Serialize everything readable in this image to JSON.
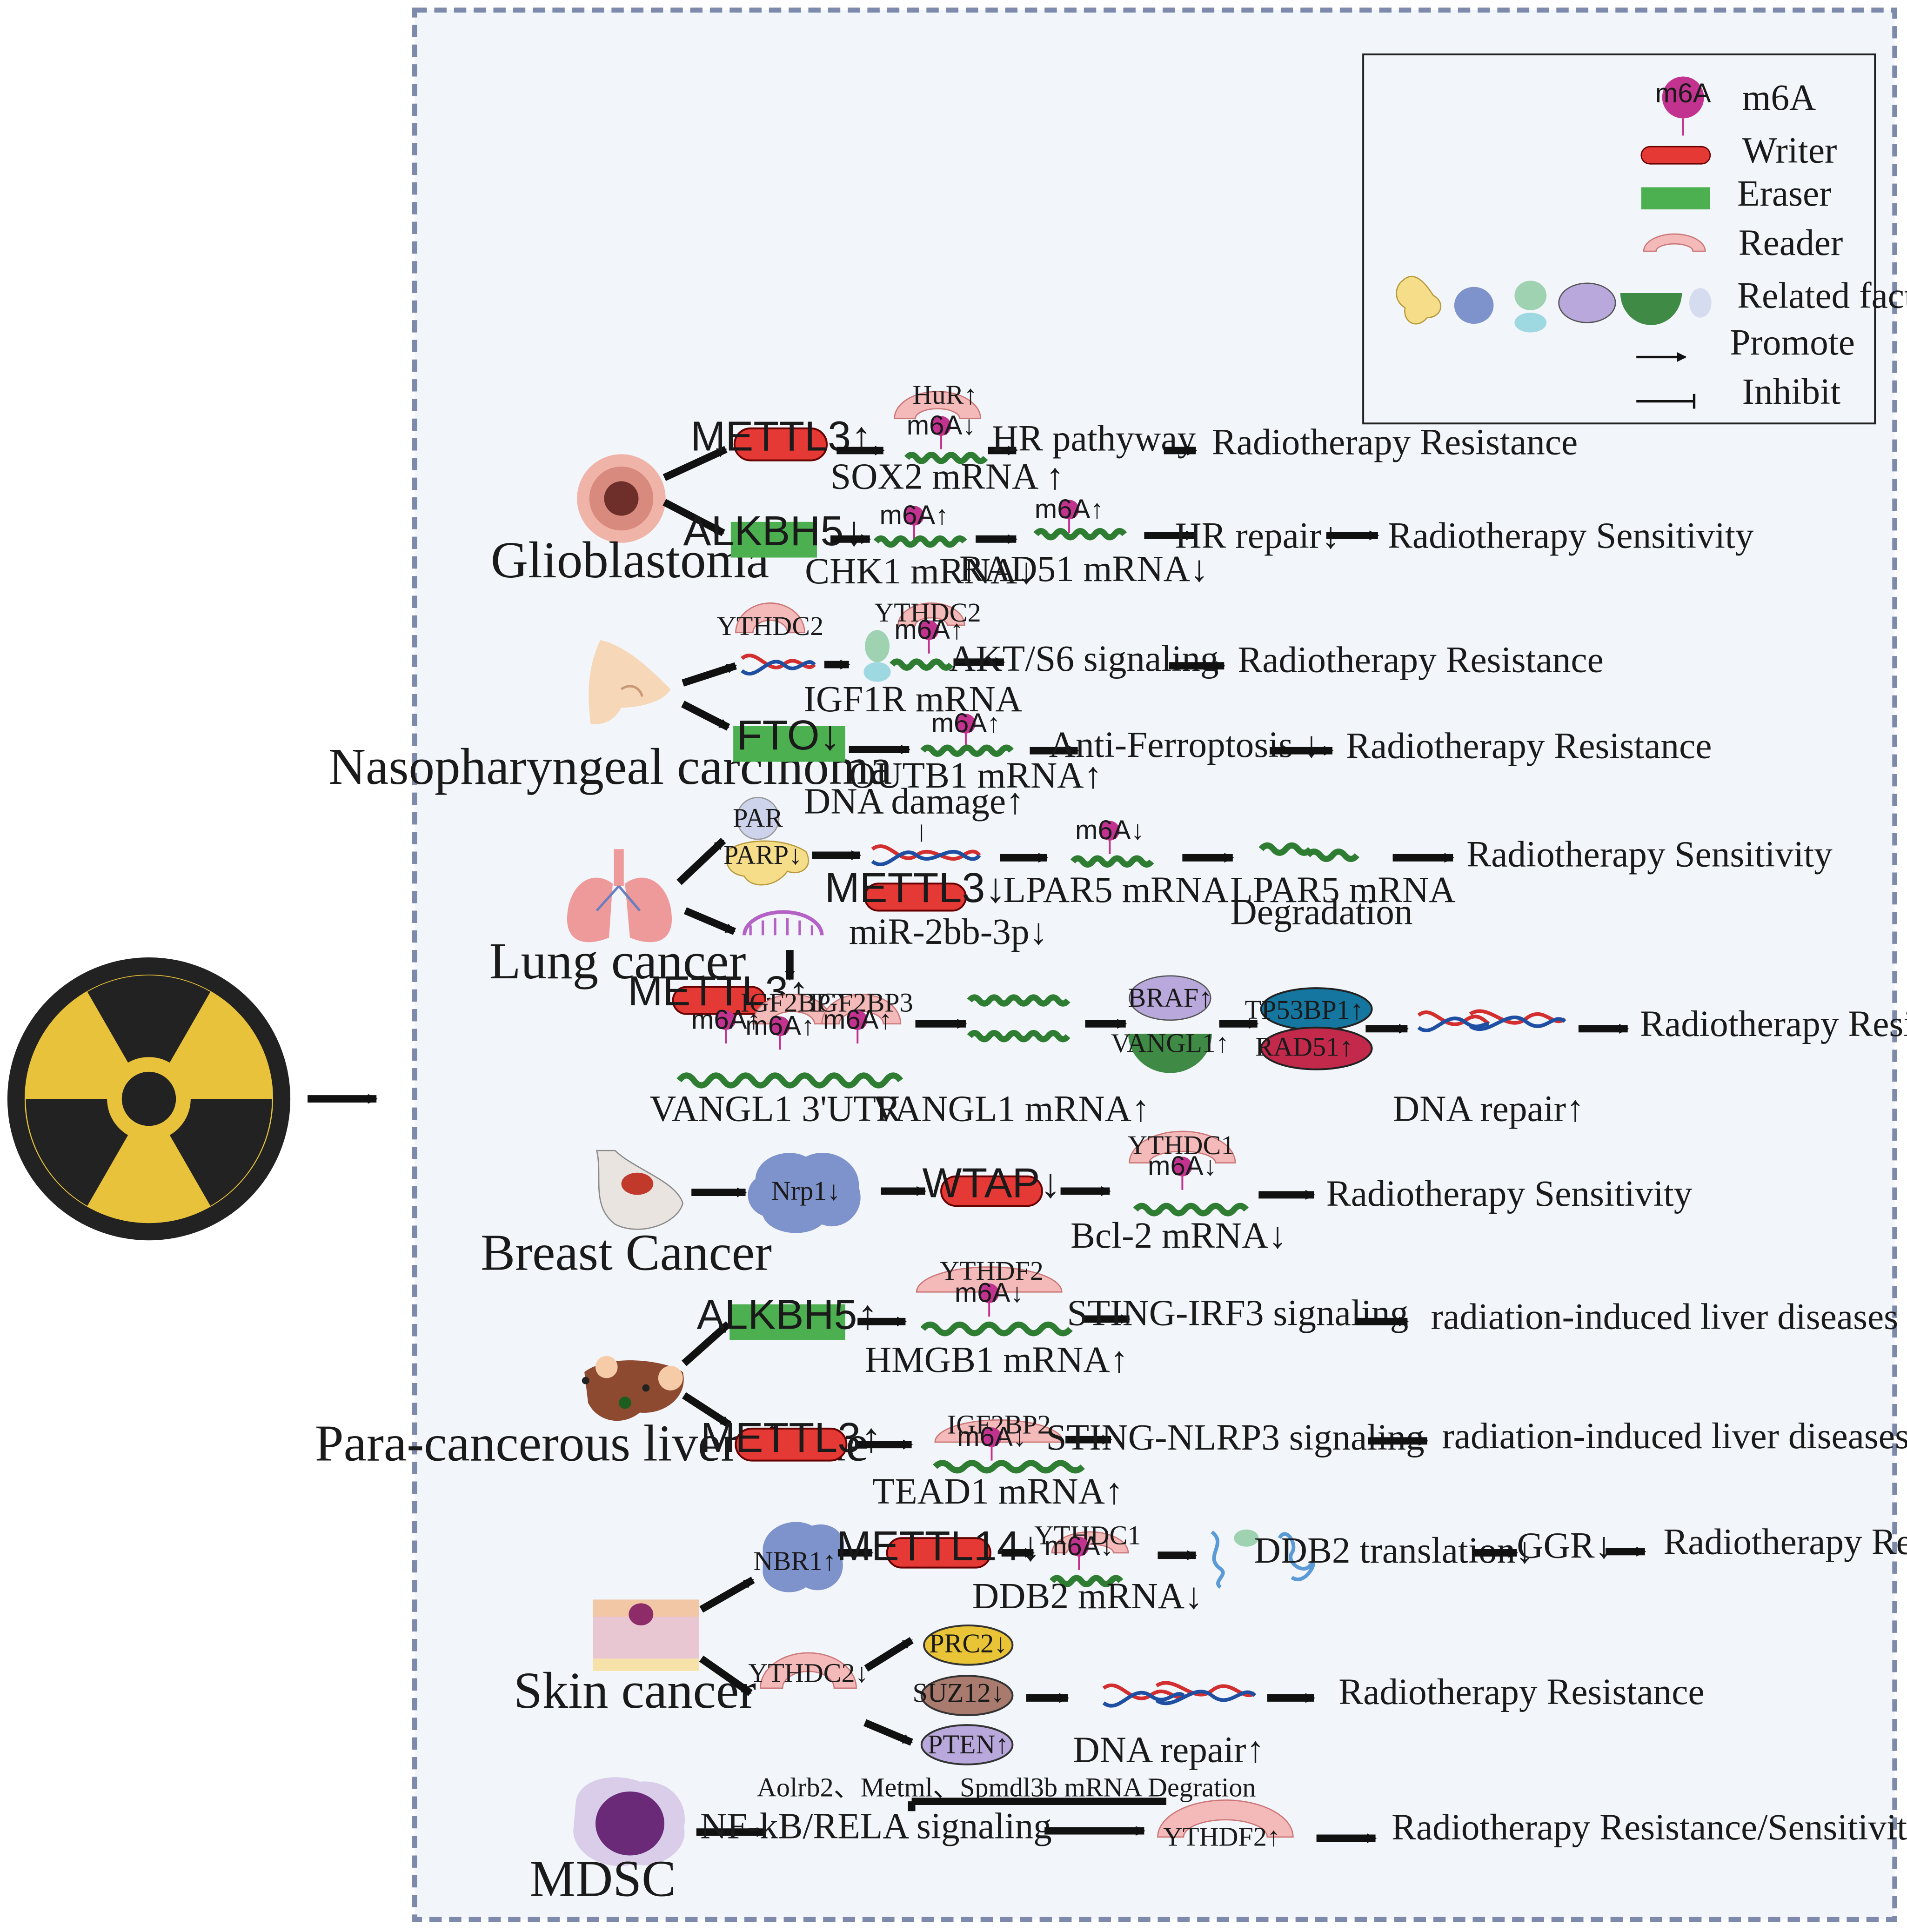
{
  "colors": {
    "writer": "#e53935",
    "eraser": "#4caf50",
    "reader": "#f4b9b9",
    "m6a": "#c2338f",
    "background": "#f2f5fa",
    "border": "#7d8aab"
  },
  "icons": [
    "radiation-hazard-icon",
    "brain-tumor-icon",
    "nose-icon",
    "lungs-icon",
    "breast-icon",
    "liver-icon",
    "skin-icon",
    "mdsc-cell-icon"
  ],
  "legend": {
    "m6a": "m6A",
    "m6a_badge": "m6A",
    "writer": "Writer",
    "eraser": "Eraser",
    "reader": "Reader",
    "related": "Related factor",
    "promote": "Promote",
    "inhibit": "Inhibit"
  },
  "mark": {
    "up": "m6A↑",
    "down": "m6A↓"
  },
  "glio": {
    "organ": "Glioblastoma",
    "mettl3": "METTL3↑",
    "hur": "HuR↑",
    "sox2": "SOX2 mRNA ↑",
    "hr_pathway": "HR pathyway",
    "resistance": "Radiotherapy Resistance",
    "alkbh5": "ALKBH5↓",
    "chk1": "CHK1 mRNA↓",
    "rad51": "RAD51 mRNA↓",
    "hr_repair": "HR repair↓",
    "sensitivity": "Radiotherapy Sensitivity"
  },
  "npc": {
    "organ": "Nasopharyngeal carcinoma",
    "ythdc2": "YTHDC2",
    "ythdc2_b": "YTHDC2",
    "igf1r": "IGF1R mRNA",
    "akt": "AKT/S6 signaling",
    "resistance": "Radiotherapy Resistance",
    "fto": "FTO↓",
    "outb1": "OUTB1 mRNA↑",
    "antiferro": "Anti-Ferroptosis ↓",
    "resistance2": "Radiotherapy Resistance"
  },
  "lung": {
    "organ": "Lung cancer",
    "par": "PAR",
    "parp": "PARP↓",
    "dna_damage": "DNA damage↑",
    "mettl3": "METTL3↓",
    "lpar5": "LPAR5 mRNA",
    "lpar5_deg": "LPAR5 mRNA",
    "degradation": "Degradation",
    "sensitivity": "Radiotherapy Sensitivity",
    "mir": "miR-2bb-3p↓",
    "mettl3_up": "METTL3↑",
    "igf2bp2": "IGF2BP2",
    "igf2bp3": "IGF2BP3",
    "vangl1_utr": "VANGL1 3'UTR",
    "vangl1_mrna": "VANGL1 mRNA↑",
    "braf": "BRAF↑",
    "vangl1": "VANGL1↑",
    "tp53bp1": "TP53BP1↑",
    "rad51": "RAD51↑",
    "dna_repair": "DNA repair↑",
    "resistance": "Radiotherapy Resistance"
  },
  "breast": {
    "organ": "Breast Cancer",
    "nrp1": "Nrp1↓",
    "wtap": "WTAP↓",
    "ythdc1": "YTHDC1",
    "bcl2": "Bcl-2 mRNA↓",
    "sensitivity": "Radiotherapy Sensitivity"
  },
  "liver": {
    "organ": "Para-cancerous liver tissue",
    "alkbh5": "ALKBH5↑",
    "ythdf2": "YTHDF2",
    "hmgb1": "HMGB1 mRNA↑",
    "sting_irf3": "STING-IRF3  signaling",
    "rild": "radiation-induced liver diseases (RILD)",
    "mettl3": "METTL3↑",
    "igf2bp2": "IGF2BP2",
    "tead1": "TEAD1 mRNA↑",
    "sting_nlrp3": "STING-NLRP3  signaling",
    "rild2": "radiation-induced liver diseases (RILD)"
  },
  "skin": {
    "organ": "Skin cancer",
    "nbr1": "NBR1↑",
    "mettl14": "METTL14↓",
    "ythdc1": "YTHDC1",
    "ddb2_mrna": "DDB2 mRNA↓",
    "ddb2_trans": "DDB2 translation↓",
    "ggr": "GGR↓",
    "resistance": "Radiotherapy Resistance",
    "ythdc2": "YTHDC2↓",
    "prc2": "PRC2↓",
    "suz12": "SUZ12↓",
    "pten": "PTEN↑",
    "dna_repair": "DNA repair↑",
    "resistance2": "Radiotherapy Resistance"
  },
  "mdsc": {
    "organ": "MDSC",
    "nfkb": "NF-kB/RELA signaling",
    "degration": "Aolrb2、Metml、Spmdl3b mRNA Degration",
    "ythdf2": "YTHDF2↑",
    "outcome": "Radiotherapy Resistance/Sensitivity"
  }
}
